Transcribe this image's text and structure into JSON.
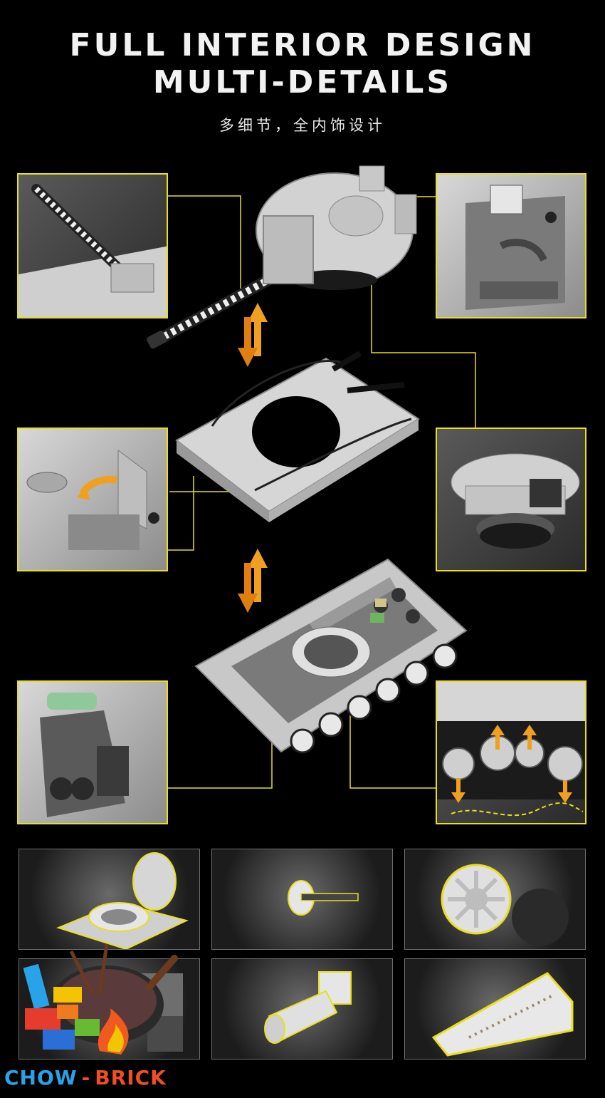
{
  "heading": {
    "line1": "FULL INTERIOR DESIGN",
    "line2": "MULTI-DETAILS",
    "subtitle": "多细节，全内饰设计"
  },
  "brand": {
    "part1": "CHOW",
    "separator": "-",
    "part2": "BRICK"
  },
  "colors": {
    "background": "#000000",
    "callout_border": "#e8df1e",
    "arrow": "#f0a020",
    "brand_blue": "#29a3e8",
    "brand_orange": "#f04e23"
  },
  "icons": [
    "up-down-arrow-icon",
    "up-down-arrow-icon",
    "cooking-pan-logo-icon"
  ]
}
